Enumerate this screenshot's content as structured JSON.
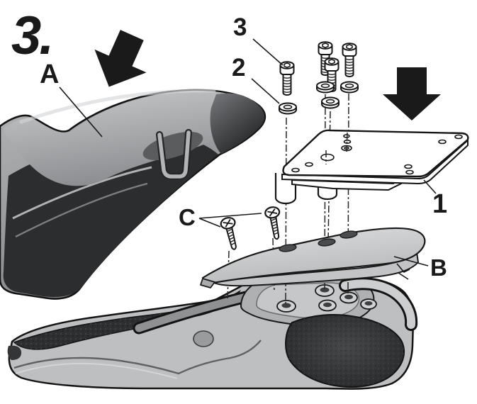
{
  "figure": {
    "step_number": "3.",
    "part_labels": {
      "seat": "A",
      "cover": "B",
      "screws": "C",
      "plate": "1",
      "spacer": "2",
      "screw": "3"
    },
    "colors": {
      "outline": "#1a1a1a",
      "background": "#ffffff",
      "seat_light": "#c6c8ca",
      "seat_mid": "#85878a",
      "seat_dark": "#2b2d2f",
      "body_gray": "#bdbfc1",
      "trim_dark": "#2d2f31",
      "cover_light": "#d7d9db",
      "hardware_white": "#ffffff",
      "arrow_black": "#1a1a1a"
    },
    "icons": [
      "arrow-down-icon",
      "arrow-down-left-icon",
      "phillips-screw-icon",
      "socket-screw-icon",
      "washer-icon"
    ]
  }
}
